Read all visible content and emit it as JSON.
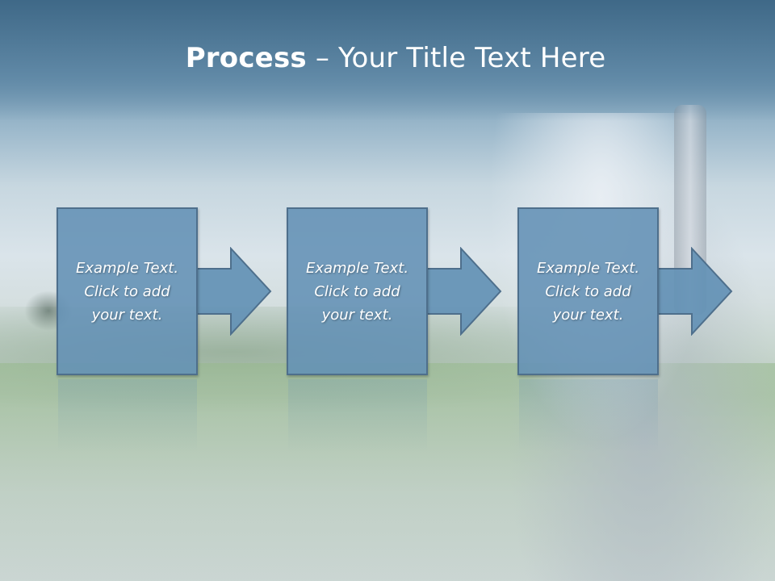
{
  "slide": {
    "title_bold": "Process",
    "title_rest": " – Your Title Text Here"
  },
  "steps": [
    {
      "lines": [
        "Example Text.",
        "Click  to add",
        "your text."
      ]
    },
    {
      "lines": [
        "Example Text.",
        "Click  to add",
        "your text."
      ]
    },
    {
      "lines": [
        "Example Text.",
        "Click  to add",
        "your text."
      ]
    }
  ],
  "colors": {
    "box_fill": "#6391b5",
    "box_border": "#4e6f8c",
    "title_bar": "#3e6887",
    "text": "#ffffff"
  }
}
